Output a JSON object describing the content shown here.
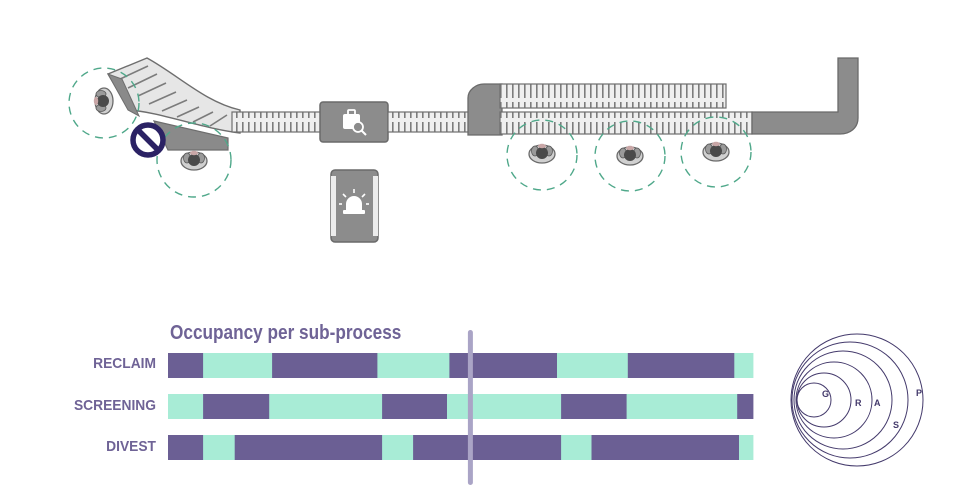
{
  "occupancy": {
    "title": "Occupancy per sub-process",
    "rows": [
      {
        "label": "RECLAIM",
        "segments": [
          {
            "state": "busy",
            "from": 0,
            "to": 0.06
          },
          {
            "state": "idle",
            "from": 0.06,
            "to": 0.178
          },
          {
            "state": "busy",
            "from": 0.178,
            "to": 0.358
          },
          {
            "state": "idle",
            "from": 0.358,
            "to": 0.481
          },
          {
            "state": "busy",
            "from": 0.481,
            "to": 0.665
          },
          {
            "state": "idle",
            "from": 0.665,
            "to": 0.786
          },
          {
            "state": "busy",
            "from": 0.786,
            "to": 0.968
          },
          {
            "state": "idle",
            "from": 0.968,
            "to": 1
          }
        ]
      },
      {
        "label": "SCREENING",
        "segments": [
          {
            "state": "idle",
            "from": 0,
            "to": 0.06
          },
          {
            "state": "busy",
            "from": 0.06,
            "to": 0.173
          },
          {
            "state": "idle",
            "from": 0.173,
            "to": 0.366
          },
          {
            "state": "busy",
            "from": 0.366,
            "to": 0.477
          },
          {
            "state": "idle",
            "from": 0.477,
            "to": 0.672
          },
          {
            "state": "busy",
            "from": 0.672,
            "to": 0.784
          },
          {
            "state": "idle",
            "from": 0.784,
            "to": 0.973
          },
          {
            "state": "busy",
            "from": 0.973,
            "to": 1
          }
        ]
      },
      {
        "label": "DIVEST",
        "segments": [
          {
            "state": "busy",
            "from": 0,
            "to": 0.06
          },
          {
            "state": "idle",
            "from": 0.06,
            "to": 0.114
          },
          {
            "state": "busy",
            "from": 0.114,
            "to": 0.366
          },
          {
            "state": "idle",
            "from": 0.366,
            "to": 0.419
          },
          {
            "state": "busy",
            "from": 0.419,
            "to": 0.672
          },
          {
            "state": "idle",
            "from": 0.672,
            "to": 0.724
          },
          {
            "state": "busy",
            "from": 0.724,
            "to": 0.976
          },
          {
            "state": "idle",
            "from": 0.976,
            "to": 1
          }
        ]
      }
    ],
    "playhead": 0.517
  },
  "legend_letters": [
    "G",
    "R",
    "A",
    "S",
    "P"
  ],
  "colors": {
    "busy": "#6b5f94",
    "idle": "#a8ecd6",
    "playhead": "#aaa4c6",
    "label": "#6f6396",
    "ring": "#43396b",
    "machine": "#8c8c8c",
    "belt_light": "#e8e8e8",
    "zone": "#4fa88a",
    "no_entry": "#2b2264"
  },
  "icons": [
    "person-icon",
    "baggage-scanner-icon",
    "alarm-light-icon",
    "no-entry-icon"
  ]
}
